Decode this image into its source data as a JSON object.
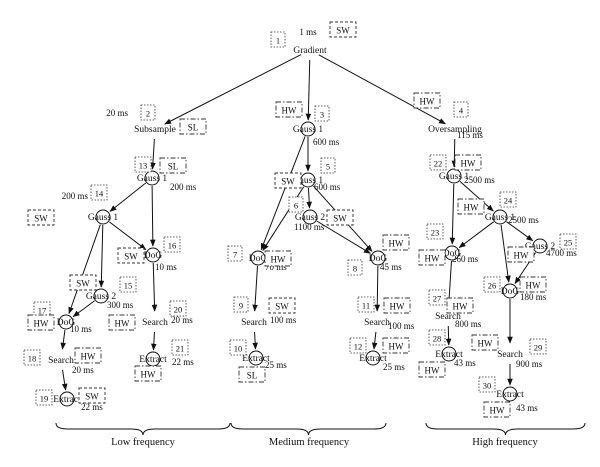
{
  "nodes": [
    {
      "id": "gradient",
      "num": "1",
      "label": "Gradient",
      "time": "1 ms",
      "impl": [
        "SW"
      ]
    },
    {
      "id": "subsample",
      "num": "2",
      "label": "Subsample",
      "time": "20 ms",
      "impl": [
        "SL"
      ]
    },
    {
      "id": "gauss1-low",
      "num": "13",
      "label": "Gauss 1",
      "time": "200 ms",
      "impl": [
        "SL"
      ]
    },
    {
      "id": "gauss1b-low",
      "num": "14",
      "label": "Gauss 1",
      "time": "200 ms",
      "impl": [
        "SW"
      ]
    },
    {
      "id": "dog16",
      "num": "16",
      "label": "DoG",
      "time": "10 ms",
      "impl": [
        "SW"
      ]
    },
    {
      "id": "gauss2-low",
      "num": "15",
      "label": "Gauss 2",
      "time": "300 ms",
      "impl": [
        "SW",
        "HW"
      ]
    },
    {
      "id": "dog17",
      "num": "17",
      "label": "DoG",
      "time": "10 ms",
      "impl": [
        "HW"
      ]
    },
    {
      "id": "search18",
      "num": "18",
      "label": "Search",
      "time": "20 ms",
      "impl": [
        "HW"
      ]
    },
    {
      "id": "extract19",
      "num": "19",
      "label": "Extract",
      "time": "22 ms",
      "impl": [
        "SW"
      ]
    },
    {
      "id": "search20",
      "num": "20",
      "label": "Search",
      "time": "20 ms",
      "impl": []
    },
    {
      "id": "extract21",
      "num": "21",
      "label": "Extract",
      "time": "22 ms",
      "impl": [
        "HW"
      ]
    },
    {
      "id": "gauss1-med",
      "num": "3",
      "label": "Gauss 1",
      "time": "600 ms",
      "impl": [
        "HW"
      ]
    },
    {
      "id": "gauss1b-med",
      "num": "5",
      "label": "Gauss 1",
      "time": "600 ms",
      "impl": [
        "SW"
      ]
    },
    {
      "id": "gauss2-med",
      "num": "6",
      "label": "Gauss 2",
      "time": "1100 ms",
      "impl": [
        "SW"
      ]
    },
    {
      "id": "dog7",
      "num": "7",
      "label": "DoG",
      "time": "70 ms",
      "impl": [
        "HW"
      ]
    },
    {
      "id": "dog8",
      "num": "8",
      "label": "DoG",
      "time": "45 ms",
      "impl": [
        "HW"
      ]
    },
    {
      "id": "search9",
      "num": "9",
      "label": "Search",
      "time": "100 ms",
      "impl": [
        "SW"
      ]
    },
    {
      "id": "extract10",
      "num": "10",
      "label": "Extract",
      "time": "25 ms",
      "impl": [
        "SL"
      ]
    },
    {
      "id": "search11",
      "num": "11",
      "label": "Search",
      "time": "100 ms",
      "impl": [
        "HW"
      ]
    },
    {
      "id": "extract12",
      "num": "12",
      "label": "Extract",
      "time": "25 ms",
      "impl": [
        "HW"
      ]
    },
    {
      "id": "oversampling",
      "num": "4",
      "label": "Oversampling",
      "time": "115 ms",
      "impl": [
        "HW"
      ]
    },
    {
      "id": "gauss1-high",
      "num": "22",
      "label": "Gauss 1",
      "time": "2500 ms",
      "impl": [
        "HW"
      ]
    },
    {
      "id": "gauss1b-high",
      "num": "24",
      "label": "Gauss 1",
      "time": "2500 ms",
      "impl": [
        "HW"
      ]
    },
    {
      "id": "dog23",
      "num": "23",
      "label": "DoG",
      "time": "260 ms",
      "impl": [
        "HW"
      ]
    },
    {
      "id": "gauss2-high",
      "num": "25",
      "label": "Gauss 2",
      "time": "4700 ms",
      "impl": [
        "HW"
      ]
    },
    {
      "id": "dog26",
      "num": "26",
      "label": "DoG",
      "time": "180 ms",
      "impl": [
        "HW"
      ]
    },
    {
      "id": "search27",
      "num": "27",
      "label": "Search",
      "time": "800 ms",
      "impl": [
        "HW"
      ]
    },
    {
      "id": "extract28",
      "num": "28",
      "label": "Extract",
      "time": "43 ms",
      "impl": [
        "HW"
      ]
    },
    {
      "id": "search29",
      "num": "29",
      "label": "Search",
      "time": "900 ms",
      "impl": [
        "HW"
      ]
    },
    {
      "id": "extract30",
      "num": "30",
      "label": "Extract",
      "time": "43 ms",
      "impl": [
        "HW"
      ]
    }
  ],
  "edges": [
    [
      "gradient",
      "subsample"
    ],
    [
      "gradient",
      "gauss1-med"
    ],
    [
      "gradient",
      "oversampling"
    ],
    [
      "subsample",
      "gauss1-low"
    ],
    [
      "gauss1-low",
      "gauss1b-low"
    ],
    [
      "gauss1-low",
      "dog16"
    ],
    [
      "gauss1b-low",
      "dog16"
    ],
    [
      "gauss1b-low",
      "gauss2-low"
    ],
    [
      "gauss1b-low",
      "dog17"
    ],
    [
      "gauss2-low",
      "dog17"
    ],
    [
      "dog17",
      "search18"
    ],
    [
      "search18",
      "extract19"
    ],
    [
      "dog16",
      "search20"
    ],
    [
      "search20",
      "extract21"
    ],
    [
      "gauss1-med",
      "gauss1b-med"
    ],
    [
      "gauss1-med",
      "dog7"
    ],
    [
      "gauss1b-med",
      "dog7"
    ],
    [
      "gauss1b-med",
      "gauss2-med"
    ],
    [
      "gauss1b-med",
      "dog8"
    ],
    [
      "gauss2-med",
      "dog8"
    ],
    [
      "dog7",
      "search9"
    ],
    [
      "search9",
      "extract10"
    ],
    [
      "dog8",
      "search11"
    ],
    [
      "search11",
      "extract12"
    ],
    [
      "oversampling",
      "gauss1-high"
    ],
    [
      "gauss1-high",
      "gauss1b-high"
    ],
    [
      "gauss1-high",
      "dog23"
    ],
    [
      "gauss1b-high",
      "dog23"
    ],
    [
      "gauss1b-high",
      "gauss2-high"
    ],
    [
      "gauss1b-high",
      "dog26"
    ],
    [
      "gauss2-high",
      "dog26"
    ],
    [
      "dog23",
      "search27"
    ],
    [
      "search27",
      "extract28"
    ],
    [
      "dog26",
      "search29"
    ],
    [
      "search29",
      "extract30"
    ]
  ],
  "groups": [
    {
      "id": "low",
      "label": "Low frequency"
    },
    {
      "id": "medium",
      "label": "Medium frequency"
    },
    {
      "id": "high",
      "label": "High frequency"
    }
  ],
  "impl_styles": {
    "SW": "dashed",
    "HW": "dash-dot",
    "SL": "dash-dot"
  }
}
